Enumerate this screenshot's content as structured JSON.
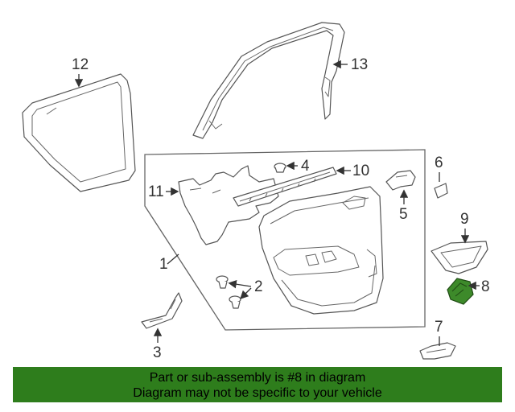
{
  "diagram": {
    "callouts": {
      "c1": "1",
      "c2": "2",
      "c3": "3",
      "c4": "4",
      "c5": "5",
      "c6": "6",
      "c7": "7",
      "c8": "8",
      "c9": "9",
      "c10": "10",
      "c11": "11",
      "c12": "12",
      "c13": "13"
    },
    "highlighted_part": "8",
    "colors": {
      "highlight": "#3d8a2a",
      "banner": "#2e7d1c"
    }
  },
  "banner": {
    "line1": "Part or sub-assembly is #8 in diagram",
    "line2": "Diagram may not be specific to your vehicle"
  }
}
